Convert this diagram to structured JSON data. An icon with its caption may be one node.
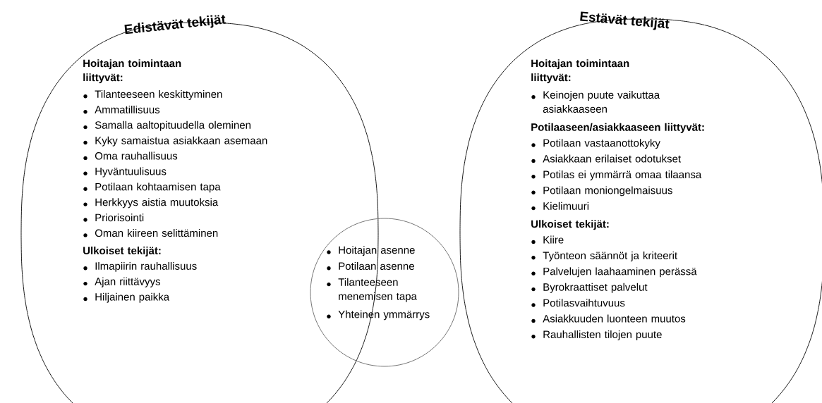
{
  "diagram": {
    "nodes": [
      {
        "text": [
          "Edistävät tekijät",
          "Hoitajan toimintaan liittyvät:",
          "Tilanteeseen keskittyminen",
          "Ammatillisuus",
          "Samalla aaltopituudella oleminen",
          "Kyky samaistua asiakkaan asemaan",
          "Oma rauhallisuus",
          "Hyväntuulisuus",
          "Potilaan kohtaamisen tapa",
          "Herkkyys aistia muutoksia",
          "Priorisointi",
          "Oman kiireen selittäminen",
          "Ulkoiset tekijät:",
          "Ilmapiirin rauhallisuus",
          "Ajan riittävyys",
          "Hiljainen paikka"
        ]
      },
      {
        "text": [
          "Hoitajan asenne",
          "Potilaan asenne",
          "Tilanteeseen menemisen tapa",
          "Yhteinen ymmärrys"
        ]
      },
      {
        "text": [
          "Estävät tekijät",
          "Hoitajan toimintaan liittyvät:",
          "Keinojen puute vaikuttaa asiakkaaseen",
          "Potilaaseen/asiakkaaseen liittyvät:",
          "Potilaan vastaanottokyky",
          "Asiakkaan erilaiset odotukset",
          "Potilas ei ymmärrä omaa tilaansa",
          "Potilaan moniongelmaisuus",
          "Kielimuuri",
          "Ulkoiset tekijät:",
          "Kiire",
          "Työnteon säännöt ja kriteerit",
          "Palvelujen laahaaminen perässä",
          "Byrokraattiset palvelut",
          "Potilasvaihtuvuus",
          "Asiakkuuden luonteen muutos",
          "Rauhallisten tilojen puute"
        ]
      }
    ]
  }
}
